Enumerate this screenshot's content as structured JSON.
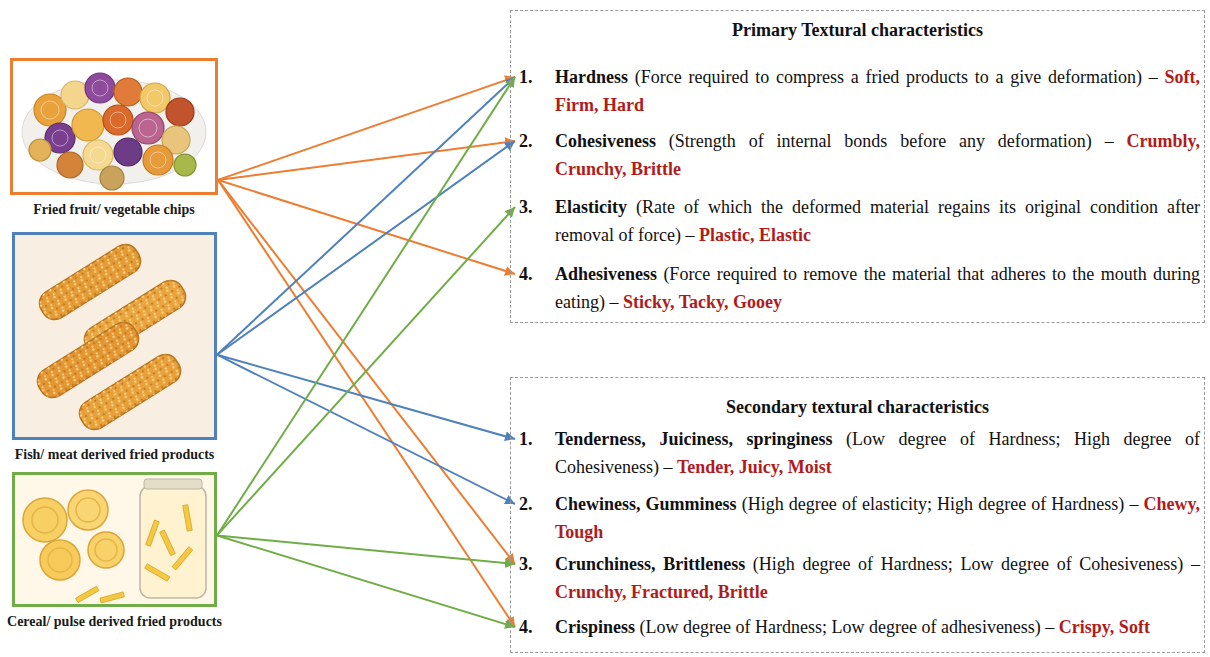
{
  "diagram": {
    "nodes": [
      {
        "text": [
          "Fried fruit/ vegetable chips"
        ]
      },
      {
        "text": [
          "Fish/ meat derived fried products"
        ]
      },
      {
        "text": [
          "Cereal/ pulse derived fried products"
        ]
      },
      {
        "text": [
          "Primary Textural characteristics"
        ]
      },
      {
        "text": [
          "1.",
          "Hardness",
          "(Force required to compress a fried products to a give deformation) –",
          "Soft, Firm, Hard"
        ],
        "in": 3
      },
      {
        "text": [
          "2.",
          "Cohesiveness",
          "(Strength of internal bonds before any deformation) –",
          "Crumbly, Crunchy, Brittle"
        ],
        "in": 3
      },
      {
        "text": [
          "3.",
          "Elasticity",
          "(Rate of which the deformed material regains its original condition after removal of force) –",
          "Plastic, Elastic"
        ],
        "in": 3
      },
      {
        "text": [
          "4.",
          "Adhesiveness",
          "(Force required to remove the material that adheres to the mouth during eating) –",
          "Sticky, Tacky, Gooey"
        ],
        "in": 3
      },
      {
        "text": [
          "Secondary textural characteristics"
        ]
      },
      {
        "text": [
          "1.",
          "Tenderness, Juiciness, springiness",
          "(Low degree of Hardness; High degree of Cohesiveness) –",
          "Tender, Juicy, Moist"
        ],
        "in": 8
      },
      {
        "text": [
          "2.",
          "Chewiness, Gumminess",
          "(High degree of elasticity; High degree of Hardness) –",
          "Chewy, Tough"
        ],
        "in": 8
      },
      {
        "text": [
          "3.",
          "Crunchiness, Brittleness",
          "(High degree of Hardness; Low degree of Cohesiveness) –",
          "Crunchy, Fractured, Brittle"
        ],
        "in": 8
      },
      {
        "text": [
          "4.",
          "Crispiness",
          "(Low degree of Hardness; Low degree of adhesiveness) –",
          "Crispy, Soft"
        ],
        "in": 8
      }
    ],
    "edges": [
      {
        "from": 0,
        "to": 4,
        "arrow": "to"
      },
      {
        "from": 0,
        "to": 5,
        "arrow": "to"
      },
      {
        "from": 0,
        "to": 7,
        "arrow": "to"
      },
      {
        "from": 0,
        "to": 11,
        "arrow": "to"
      },
      {
        "from": 0,
        "to": 12,
        "arrow": "to"
      },
      {
        "from": 1,
        "to": 4,
        "arrow": "to"
      },
      {
        "from": 1,
        "to": 5,
        "arrow": "to"
      },
      {
        "from": 1,
        "to": 9,
        "arrow": "to"
      },
      {
        "from": 1,
        "to": 10,
        "arrow": "to"
      },
      {
        "from": 2,
        "to": 4,
        "arrow": "to"
      },
      {
        "from": 2,
        "to": 6,
        "arrow": "to"
      },
      {
        "from": 2,
        "to": 11,
        "arrow": "to"
      },
      {
        "from": 2,
        "to": 12,
        "arrow": "to"
      }
    ]
  }
}
